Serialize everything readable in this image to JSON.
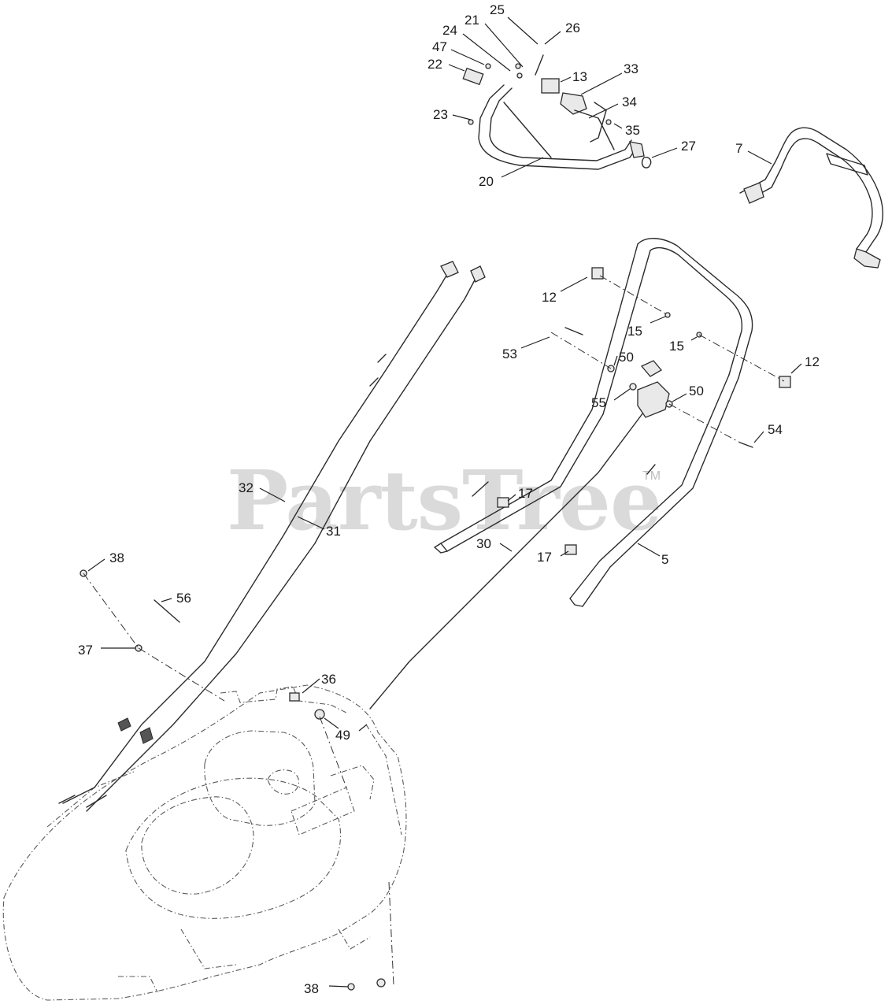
{
  "watermark": {
    "text": "PartsTree",
    "mark": "TM"
  },
  "callouts": [
    "25",
    "21",
    "26",
    "24",
    "47",
    "22",
    "13",
    "33",
    "34",
    "23",
    "35",
    "27",
    "7",
    "20",
    "12",
    "15",
    "53",
    "50",
    "15",
    "12",
    "55",
    "50",
    "54",
    "32",
    "17",
    "31",
    "30",
    "17",
    "5",
    "38",
    "56",
    "37",
    "36",
    "49",
    "38"
  ]
}
